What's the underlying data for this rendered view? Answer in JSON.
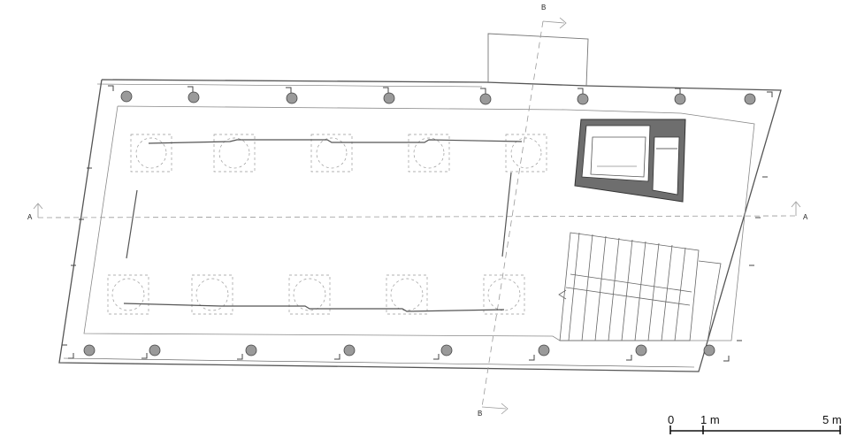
{
  "section_marks": {
    "a_left": "A",
    "a_right": "A",
    "b_top": "B",
    "b_bottom": "B"
  },
  "scale_bar": {
    "zero": "0",
    "one": "1 m",
    "five": "5 m"
  },
  "colors": {
    "line": "#555555",
    "dash": "#999999",
    "column_fill": "#9a9a9a",
    "core_fill": "#6e6e6e"
  },
  "icons": {
    "section_arrow": "open-arrow",
    "column": "filled-circle"
  }
}
